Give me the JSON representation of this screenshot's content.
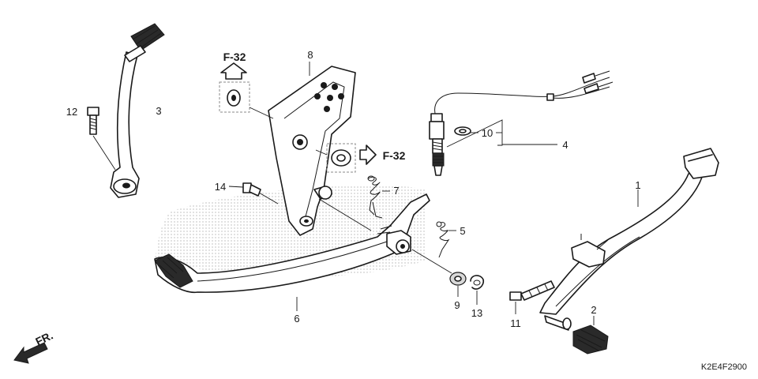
{
  "diagram": {
    "drawing_code": "K2E4F2900",
    "front_arrow_label": "FR.",
    "refs": {
      "top": "F-32",
      "right": "F-32"
    },
    "callouts": {
      "p1": "1",
      "p2": "2",
      "p3": "3",
      "p4": "4",
      "p5": "5",
      "p6": "6",
      "p7": "7",
      "p8": "8",
      "p9": "9",
      "p10": "10",
      "p11": "11",
      "p12": "12",
      "p13": "13",
      "p14": "14"
    }
  }
}
